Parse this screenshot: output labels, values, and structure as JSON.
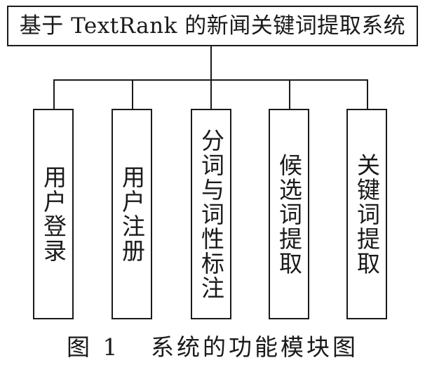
{
  "diagram": {
    "root": {
      "label": "基于 TextRank 的新闻关键词提取系统"
    },
    "children": [
      {
        "label": "用户登录"
      },
      {
        "label": "用户注册"
      },
      {
        "label": "分词与词性标注"
      },
      {
        "label": "候选词提取"
      },
      {
        "label": "关键词提取"
      }
    ],
    "caption": "图 1   系统的功能模块图"
  }
}
